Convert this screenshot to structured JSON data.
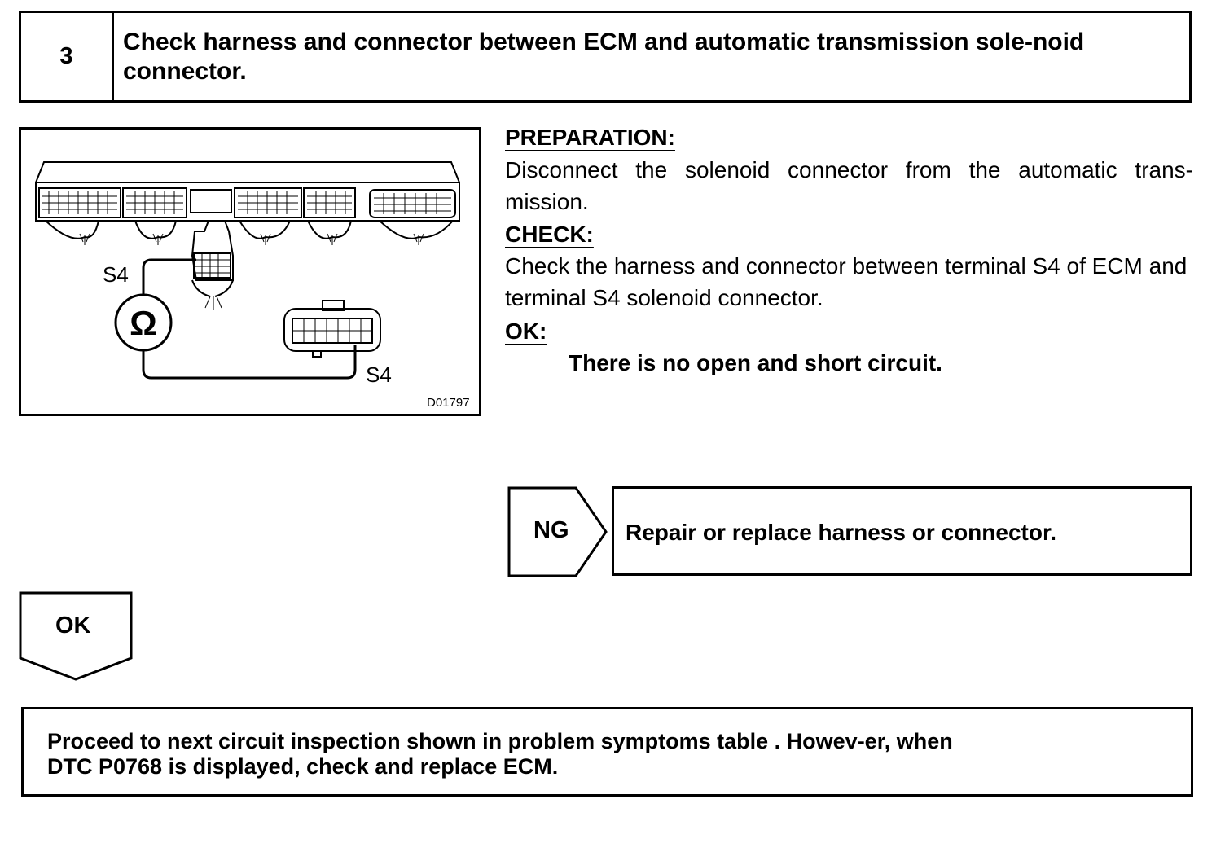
{
  "step": {
    "number": "3",
    "title": "Check harness and connector between ECM and automatic transmission sole-noid connector."
  },
  "figure": {
    "ecm_terminal_label": "S4",
    "solenoid_terminal_label": "S4",
    "ohmmeter_symbol": "Ω",
    "figure_code": "D01797",
    "icons": [
      "ecm-connector-icon",
      "ohmmeter-icon",
      "solenoid-connector-icon"
    ]
  },
  "preparation": {
    "heading": "PREPARATION:",
    "text": "Disconnect the solenoid connector from the automatic trans-mission."
  },
  "check": {
    "heading": "CHECK:",
    "text": "Check the harness and connector between terminal S4 of ECM and terminal S4 solenoid connector."
  },
  "ok_criteria": {
    "heading": "OK:",
    "text": "There is no open and short circuit."
  },
  "ng_branch": {
    "label": "NG",
    "action": "Repair or replace harness or connector."
  },
  "ok_branch": {
    "label": "OK"
  },
  "next_step": {
    "text": "Proceed to next circuit inspection shown in problem symptoms table . Howev-er, when DTC P0768 is displayed, check and replace ECM."
  }
}
